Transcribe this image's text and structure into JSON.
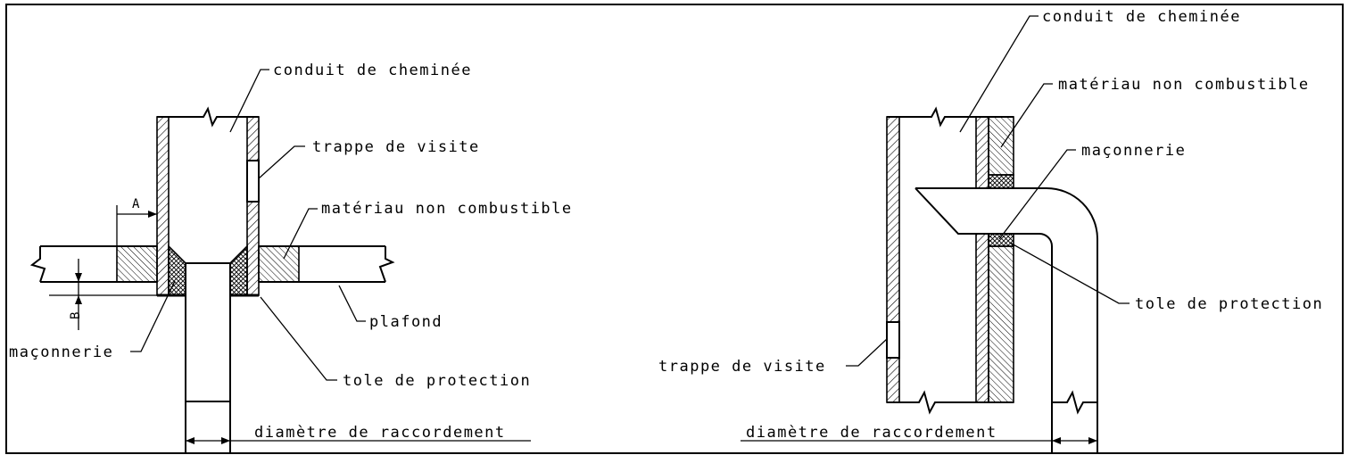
{
  "left": {
    "conduit": "conduit de cheminée",
    "trappe": "trappe de visite",
    "materiau": "matériau non combustible",
    "plafond": "plafond",
    "maconnerie": "maçonnerie",
    "tole": "tole de protection",
    "diametre": "diamètre de raccordement",
    "dim_a": "A",
    "dim_b": "B"
  },
  "right": {
    "conduit": "conduit de cheminée",
    "materiau": "matériau non combustible",
    "maconnerie": "maçonnerie",
    "tole": "tole de protection",
    "trappe": "trappe de visite",
    "diametre": "diamètre de raccordement"
  }
}
